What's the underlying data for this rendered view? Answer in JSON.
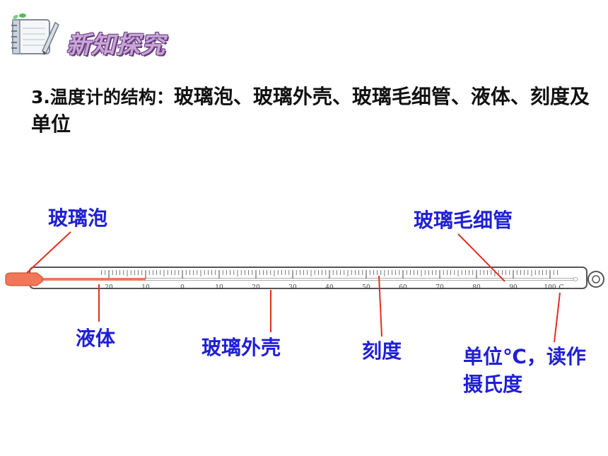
{
  "header": {
    "title": "新知探究",
    "icon": "notebook-pencil-icon"
  },
  "main": {
    "lead": "3.温度计的结构：",
    "text": "玻璃泡、玻璃外壳、玻璃毛细管、液体、刻度及单位"
  },
  "labels": {
    "bulb": "玻璃泡",
    "capillary": "玻璃毛细管",
    "liquid": "液体",
    "shell": "玻璃外壳",
    "scale": "刻度",
    "unit_line1": "单位℃，读作",
    "unit_line2": "摄氏度"
  },
  "thermometer": {
    "scale_min": -20,
    "scale_max": 100,
    "major_step": 10,
    "tick_labels": [
      "20",
      "10",
      "0",
      "10",
      "20",
      "30",
      "40",
      "50",
      "60",
      "70",
      "80",
      "90",
      "100",
      "C"
    ],
    "liquid_level": -10
  },
  "colors": {
    "label": "#1f1fd6",
    "leader": "#e03020",
    "liquid": "#f07858"
  }
}
